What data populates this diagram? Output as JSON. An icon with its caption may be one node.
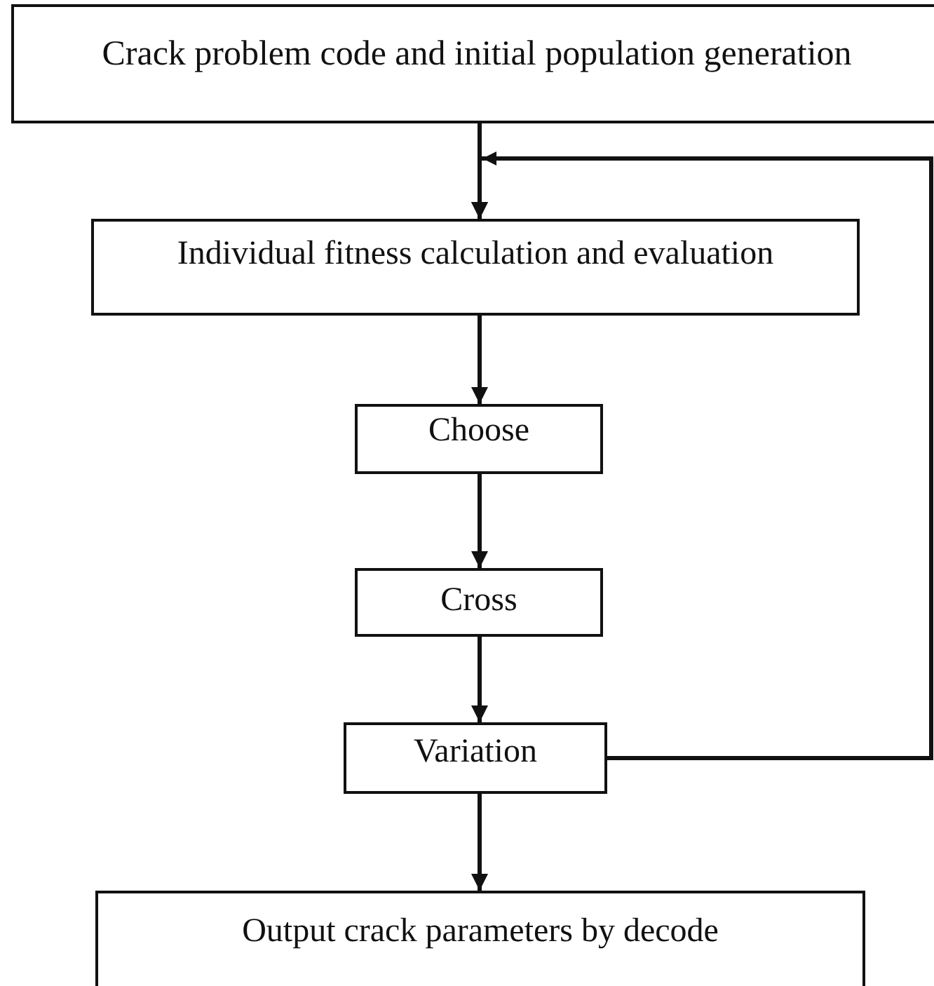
{
  "diagram": {
    "nodes": [
      {
        "text": [
          "Crack problem code and initial population generation"
        ]
      },
      {
        "text": [
          "Individual fitness calculation and evaluation"
        ]
      },
      {
        "text": [
          "Choose"
        ]
      },
      {
        "text": [
          "Cross"
        ]
      },
      {
        "text": [
          "Variation"
        ]
      },
      {
        "text": [
          "Output crack parameters by decode"
        ]
      }
    ],
    "edges": [
      {
        "from": 0,
        "to": 1,
        "arrow": "to"
      },
      {
        "from": 1,
        "to": 2,
        "arrow": "to"
      },
      {
        "from": 2,
        "to": 3,
        "arrow": "to"
      },
      {
        "from": 3,
        "to": 4,
        "arrow": "to"
      },
      {
        "from": 4,
        "to": 5,
        "arrow": "to"
      },
      {
        "from": 4,
        "to": 1,
        "arrow": "to"
      }
    ]
  }
}
